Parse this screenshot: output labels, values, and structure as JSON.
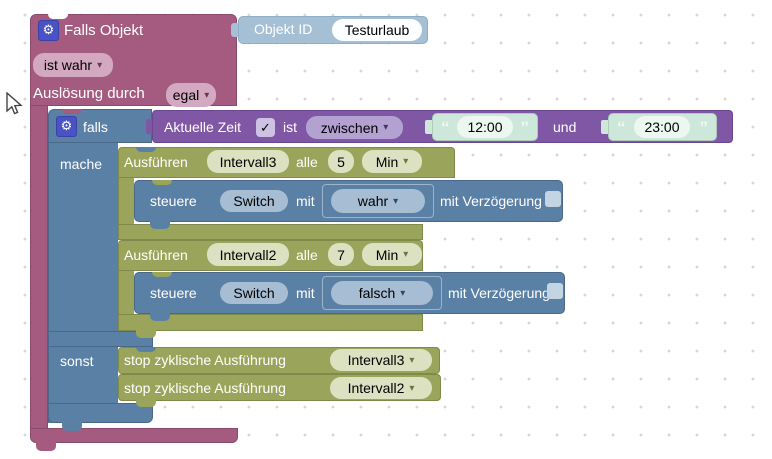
{
  "ui": {
    "dropdown_arrow": "▾",
    "checkmark": "✓",
    "gear_glyph": "⚙",
    "quote_open": "“",
    "quote_close": "”"
  },
  "colors": {
    "pink_block": "#a55b80",
    "blue_block": "#5b80a5",
    "purple_block": "#8057a5",
    "olive_block": "#9aa55b",
    "object_id_block": "#a5bfd5",
    "string_block": "#cde8da",
    "gear_badge": "#4a53c6"
  },
  "falls_objekt": {
    "title": "Falls Objekt",
    "condition_value": "ist wahr",
    "trigger_label": "Auslösung durch",
    "trigger_value": "egal",
    "objekt_id_label": "Objekt ID",
    "objekt_id_value": "Testurlaub"
  },
  "falls_block": {
    "label": "falls",
    "mache_label": "mache",
    "sonst_label": "sonst",
    "condition": {
      "label": "Aktuelle Zeit",
      "checked": true,
      "ist_label": "ist",
      "mode": "zwischen",
      "from": "12:00",
      "and_label": "und",
      "to": "23:00"
    }
  },
  "mache_blocks": [
    {
      "action_label": "Ausführen",
      "interval_name": "Intervall3",
      "every_label": "alle",
      "interval_value": "5",
      "unit": "Min",
      "control": {
        "label": "steuere",
        "object": "Switch",
        "with_label": "mit",
        "value": "wahr",
        "delay_label": "mit Verzögerung",
        "delay_checked": false
      }
    },
    {
      "action_label": "Ausführen",
      "interval_name": "Intervall2",
      "every_label": "alle",
      "interval_value": "7",
      "unit": "Min",
      "control": {
        "label": "steuere",
        "object": "Switch",
        "with_label": "mit",
        "value": "falsch",
        "delay_label": "mit Verzögerung",
        "delay_checked": false
      }
    }
  ],
  "sonst_blocks": [
    {
      "label": "stop zyklische Ausführung",
      "interval_name": "Intervall3"
    },
    {
      "label": "stop zyklische Ausführung",
      "interval_name": "Intervall2"
    }
  ]
}
